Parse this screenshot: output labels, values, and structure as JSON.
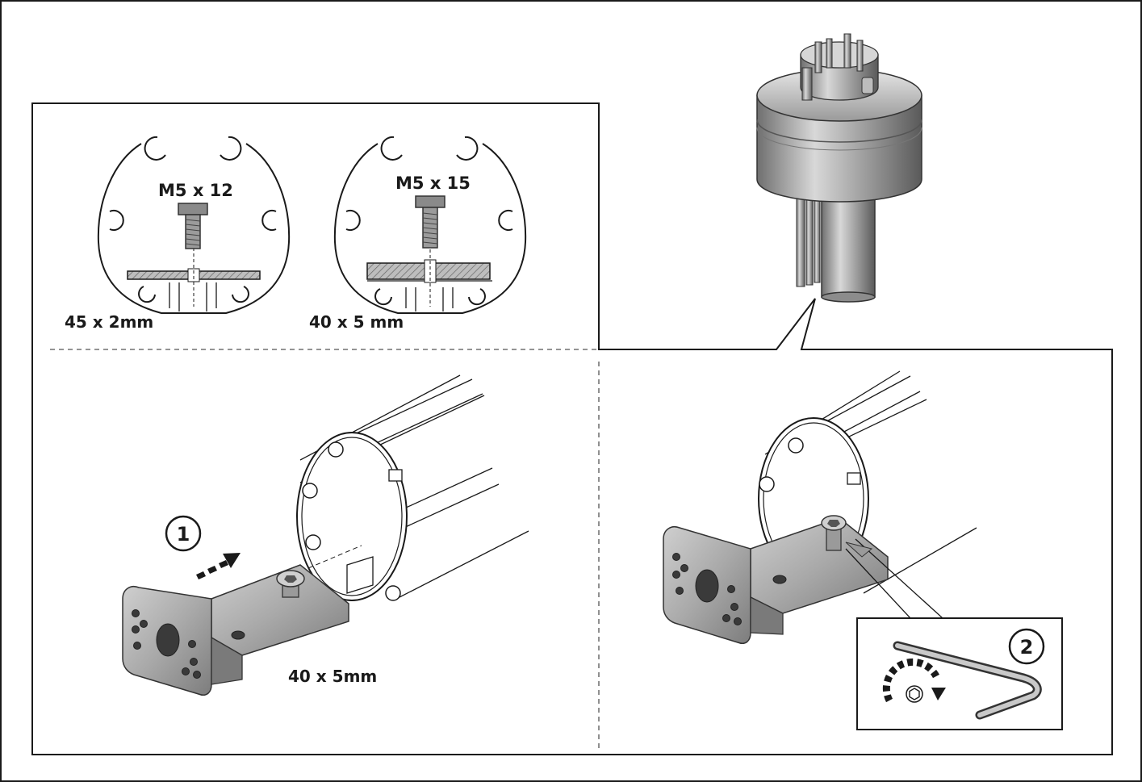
{
  "labels": {
    "screw_small": "M5 x 12",
    "screw_large": "M5 x 15",
    "plate_thin": "45 x 2mm",
    "plate_thick": "40 x 5 mm",
    "bracket_plate": "40 x 5mm"
  },
  "steps": {
    "step1": "1",
    "step2": "2"
  }
}
